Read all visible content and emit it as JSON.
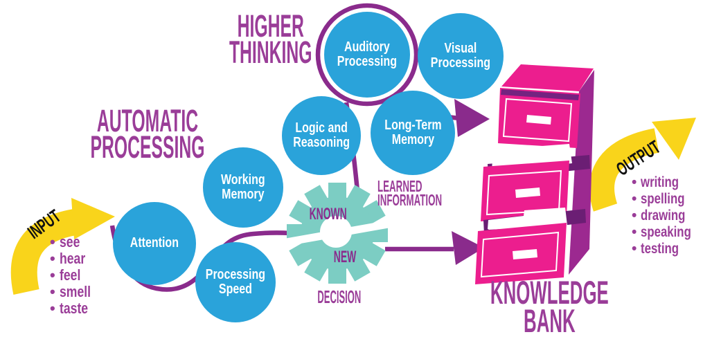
{
  "diagram_title": "Automatic Processing and Higher Thinking learning model",
  "colors": {
    "circle_blue": "#2aa3da",
    "heading_purple": "#9a3d98",
    "line_purple": "#8a2b8c",
    "gear_teal": "#7ccdc3",
    "cabinet_magenta": "#ec1e8e",
    "cabinet_side": "#9c2990",
    "cabinet_shadow": "#6b1e74",
    "arrow_yellow": "#f9d41b",
    "io_text_black": "#111111"
  },
  "headings": {
    "automatic": [
      "AUTOMATIC",
      "PROCESSING"
    ],
    "higher": [
      "HIGHER",
      "THINKING"
    ],
    "knowledge": [
      "KNOWLEDGE",
      "BANK"
    ]
  },
  "input": {
    "label": "INPUT",
    "items": [
      "see",
      "hear",
      "feel",
      "smell",
      "taste"
    ]
  },
  "output": {
    "label": "OUTPUT",
    "items": [
      "writing",
      "spelling",
      "drawing",
      "speaking",
      "testing"
    ]
  },
  "circles": [
    {
      "name": "attention",
      "lines": [
        "Attention"
      ]
    },
    {
      "name": "working-memory",
      "lines": [
        "Working",
        "Memory"
      ]
    },
    {
      "name": "processing-speed",
      "lines": [
        "Processing",
        "Speed"
      ]
    },
    {
      "name": "logic-reasoning",
      "lines": [
        "Logic and",
        "Reasoning"
      ]
    },
    {
      "name": "auditory-processing",
      "lines": [
        "Auditory",
        "Processing"
      ]
    },
    {
      "name": "visual-processing",
      "lines": [
        "Visual",
        "Processing"
      ]
    },
    {
      "name": "long-term-memory",
      "lines": [
        "Long-Term",
        "Memory"
      ]
    }
  ],
  "gear": {
    "known": "KNOWN",
    "new": "NEW",
    "decision": "DECISION"
  },
  "learned_information": [
    "LEARNED",
    "INFORMATION"
  ]
}
